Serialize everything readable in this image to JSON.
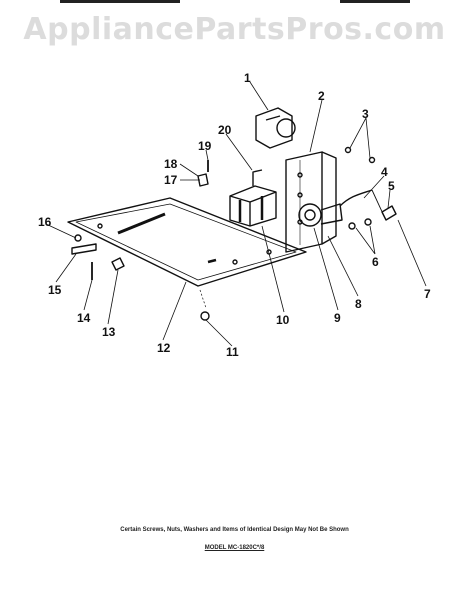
{
  "watermark": "AppliancePartsPros.com",
  "callouts": [
    "1",
    "2",
    "3",
    "4",
    "5",
    "6",
    "7",
    "8",
    "9",
    "10",
    "11",
    "12",
    "13",
    "14",
    "15",
    "16",
    "17",
    "18",
    "19",
    "20"
  ],
  "footer": {
    "note": "Certain Screws, Nuts, Washers and Items of Identical Design May Not Be Shown",
    "model": "MODEL MC-1820C*/8"
  }
}
